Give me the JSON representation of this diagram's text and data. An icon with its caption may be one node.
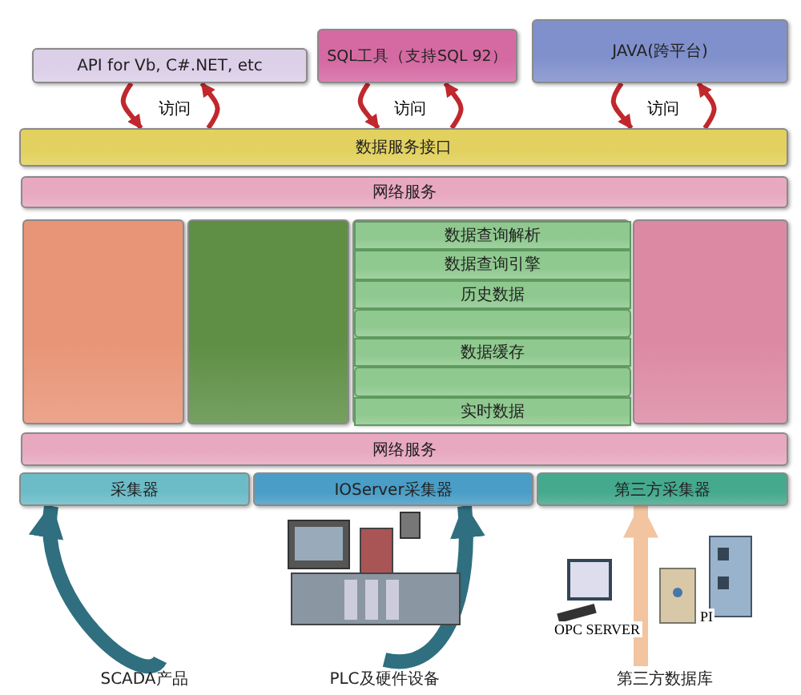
{
  "diagram": {
    "nodes": [
      {
        "text": [
          "API for Vb, C#.NET, etc"
        ]
      },
      {
        "text": [
          "SQL工具（支持SQL 92）"
        ]
      },
      {
        "text": [
          "JAVA(跨平台)"
        ]
      },
      {
        "text": [
          "数据服务接口"
        ]
      },
      {
        "text": [
          "网络服务"
        ]
      },
      {
        "text": [],
        "shape": "box"
      },
      {
        "text": [],
        "shape": "box"
      },
      {
        "text": [],
        "shape": "box"
      },
      {
        "text": [
          "数据查询解析"
        ],
        "in": 7
      },
      {
        "text": [
          "数据查询引擎"
        ],
        "in": 7
      },
      {
        "text": [
          "历史数据"
        ],
        "in": 7
      },
      {
        "text": [],
        "shape": "box",
        "in": 7
      },
      {
        "text": [
          "数据缓存"
        ],
        "in": 7
      },
      {
        "text": [],
        "shape": "box",
        "in": 7
      },
      {
        "text": [
          "实时数据"
        ],
        "in": 7
      },
      {
        "text": [],
        "shape": "box"
      },
      {
        "text": [
          "网络服务"
        ]
      },
      {
        "text": [
          "采集器"
        ]
      },
      {
        "text": [
          "IOServer采集器"
        ]
      },
      {
        "text": [
          "第三方采集器"
        ]
      },
      {
        "text": [
          "SCADA产品"
        ]
      },
      {
        "text": [
          "PLC及硬件设备"
        ]
      },
      {
        "text": [
          "第三方数据库"
        ]
      }
    ],
    "edges": [
      {
        "from": 0,
        "to": 3,
        "arrow": "to",
        "label": "访问"
      },
      {
        "from": 3,
        "to": 0,
        "arrow": "to"
      },
      {
        "from": 1,
        "to": 3,
        "arrow": "to",
        "label": "访问"
      },
      {
        "from": 3,
        "to": 1,
        "arrow": "to"
      },
      {
        "from": 2,
        "to": 3,
        "arrow": "to",
        "label": "访问"
      },
      {
        "from": 3,
        "to": 2,
        "arrow": "to"
      },
      {
        "from": 20,
        "to": 17,
        "arrow": "to",
        "style": "thick",
        "color": "#2f6f7f"
      },
      {
        "from": 21,
        "to": 18,
        "arrow": "to",
        "style": "thick",
        "color": "#2f6f7f"
      },
      {
        "from": 22,
        "to": 19,
        "arrow": "to",
        "style": "thick",
        "color": "#f2c4a0"
      }
    ],
    "labels": [
      "OPC SERVER",
      "PI"
    ]
  }
}
